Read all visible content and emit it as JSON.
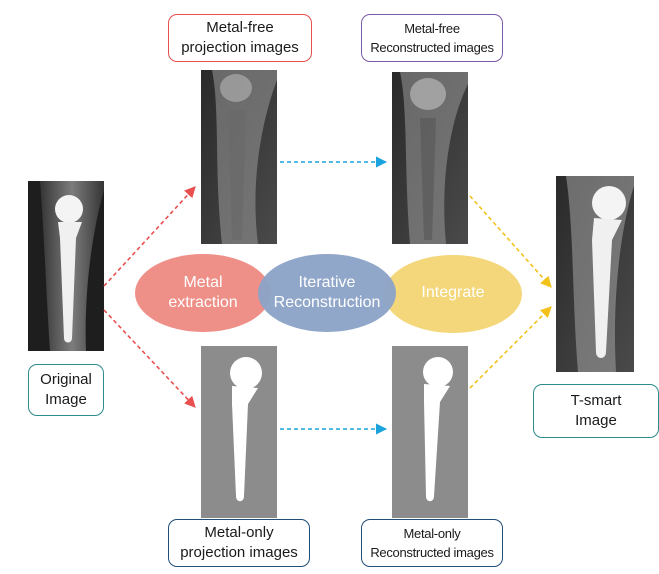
{
  "original": {
    "label": "Original\nImage"
  },
  "metal_free_projection": {
    "label": "Metal-free\nprojection images"
  },
  "metal_free_reconstructed": {
    "label": "Metal-free\nReconstructed images"
  },
  "metal_only_projection": {
    "label": "Metal-only\nprojection images"
  },
  "metal_only_reconstructed": {
    "label": "Metal-only\nReconstructed images"
  },
  "tsmart": {
    "label": "T-smart\nImage"
  },
  "steps": {
    "metal_extraction": "Metal\nextraction",
    "iterative_reconstruction": "Iterative\nReconstruction",
    "integrate": "Integrate"
  },
  "colors": {
    "red_accent": "#e8504f",
    "purple_accent": "#7b5aa6",
    "teal_accent": "#2e8b8b",
    "navy_accent": "#1f4e79",
    "blue_arrow": "#1aa3dd",
    "yellow_arrow": "#f2c21a",
    "ellipse_extraction": "#ef9088",
    "ellipse_reconstruction": "#8da3c7",
    "ellipse_integrate": "#f4d77a"
  }
}
